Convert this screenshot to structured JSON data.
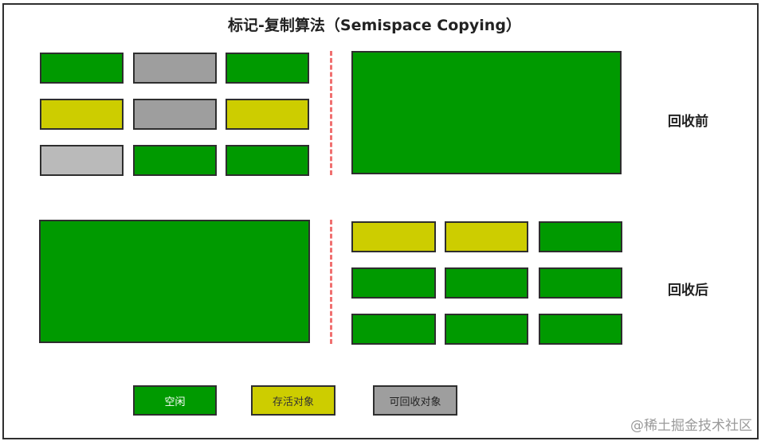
{
  "diagram": {
    "title": "标记-复制算法（Semispace Copying）",
    "row_labels": {
      "before": "回收前",
      "after": "回收后"
    },
    "colors": {
      "free": "#009a00",
      "live": "#cdcd00",
      "reclaimable": "#9e9e9e",
      "light_gray": "#bababa",
      "divider": "#f07070"
    },
    "legend": {
      "free": "空闲",
      "live": "存活对象",
      "reclaimable": "可回收对象"
    },
    "watermark": "@稀土掘金技术社区"
  }
}
